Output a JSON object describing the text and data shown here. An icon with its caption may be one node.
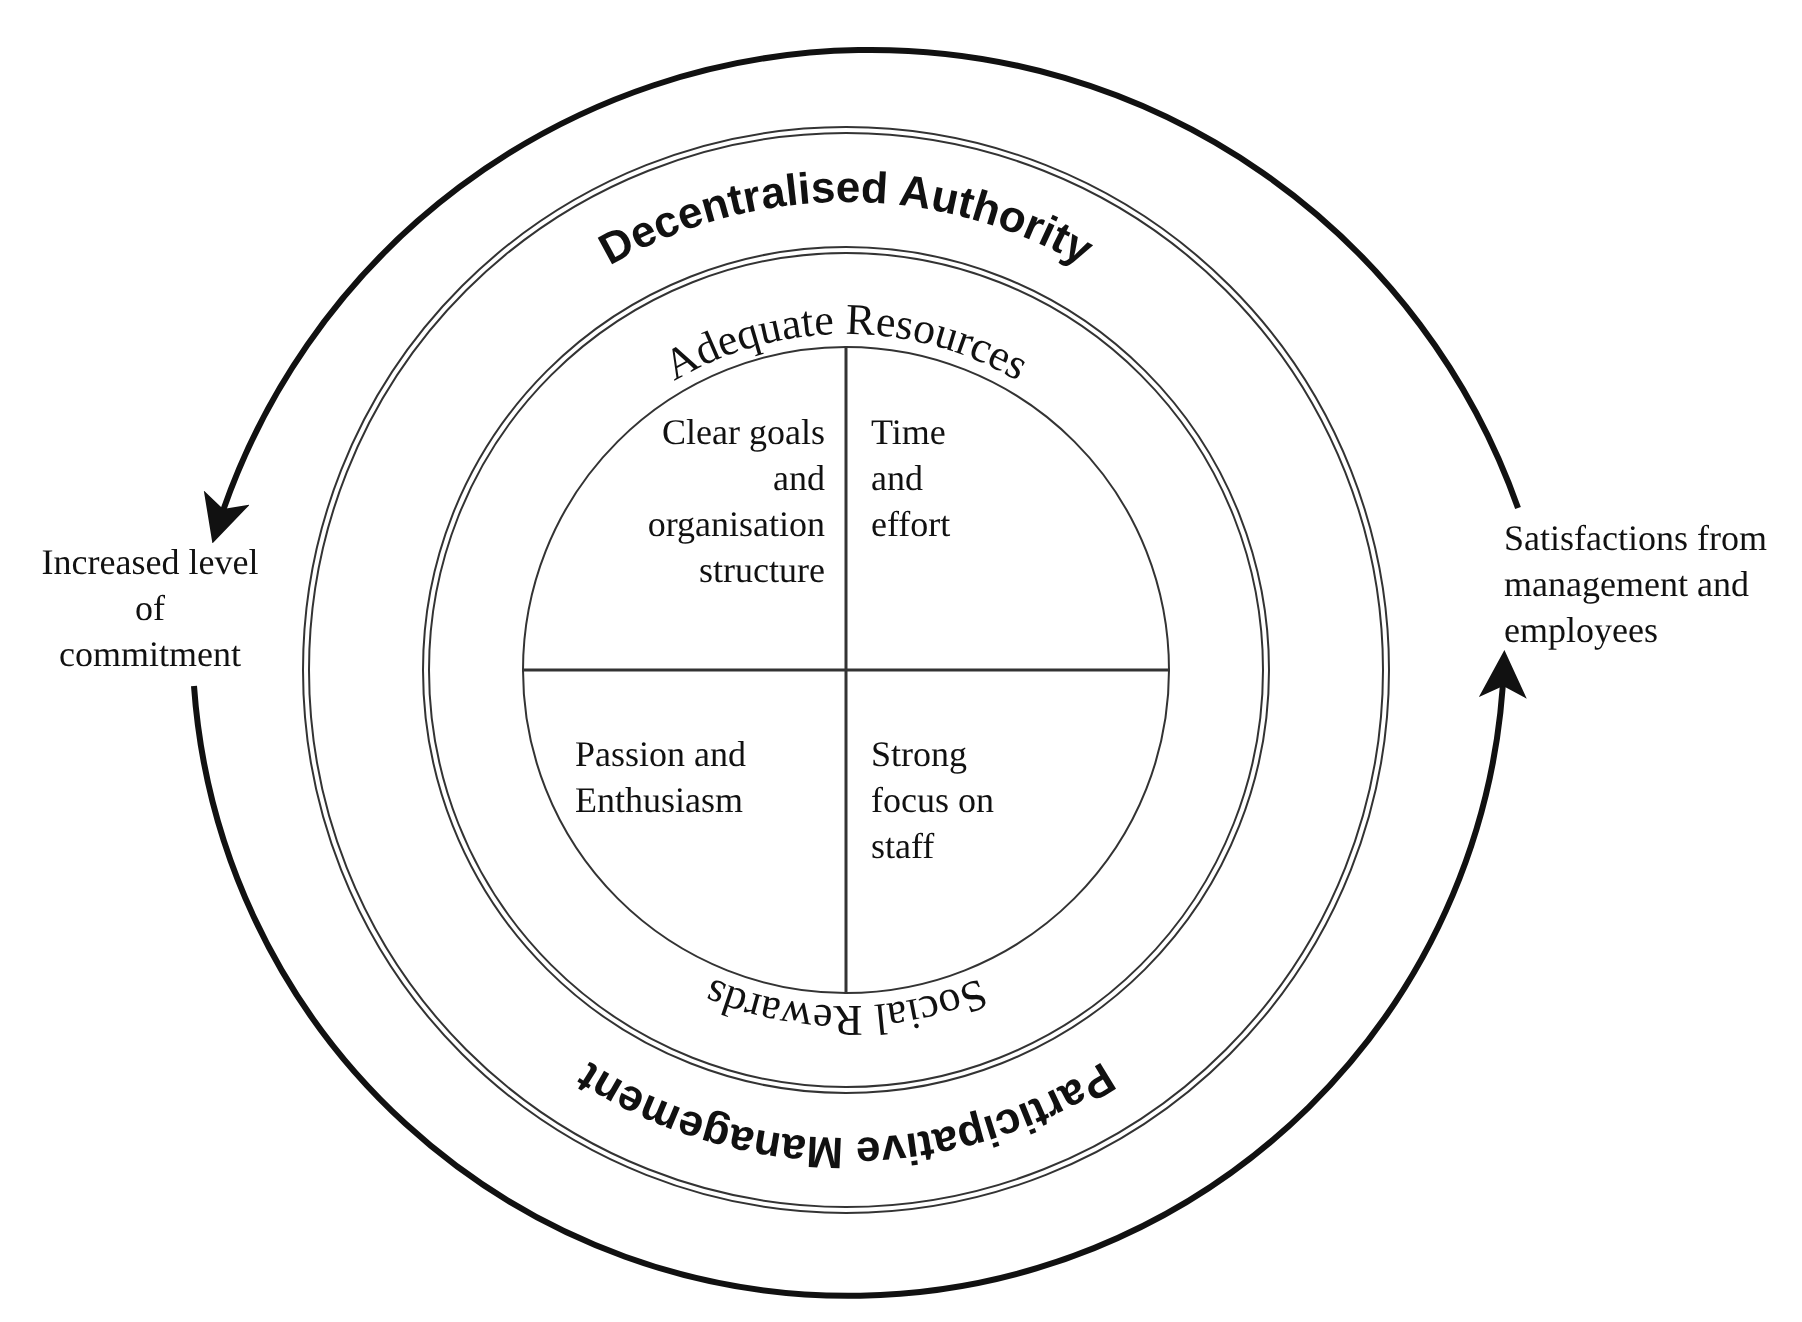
{
  "diagram": {
    "nodes": [
      {
        "text": [
          "Decentralised Authority",
          "Participative Management"
        ]
      },
      {
        "text": [
          "Adequate Resources",
          "Social Rewards"
        ],
        "in": 0
      },
      {
        "text": [],
        "shape": "circle",
        "in": 1
      },
      {
        "text": [
          "Clear goals and organisation structure"
        ],
        "in": 2
      },
      {
        "text": [
          "Time and effort"
        ],
        "in": 2
      },
      {
        "text": [
          "Passion and Enthusiasm"
        ],
        "in": 2
      },
      {
        "text": [
          "Strong focus on staff"
        ],
        "in": 2
      },
      {
        "text": [
          "Increased level of commitment"
        ]
      },
      {
        "text": [
          "Satisfactions from management and employees"
        ]
      }
    ],
    "edges": [
      {
        "from": 8,
        "to": 7,
        "arrow": "to"
      },
      {
        "from": 7,
        "to": 8,
        "arrow": "to"
      }
    ]
  }
}
